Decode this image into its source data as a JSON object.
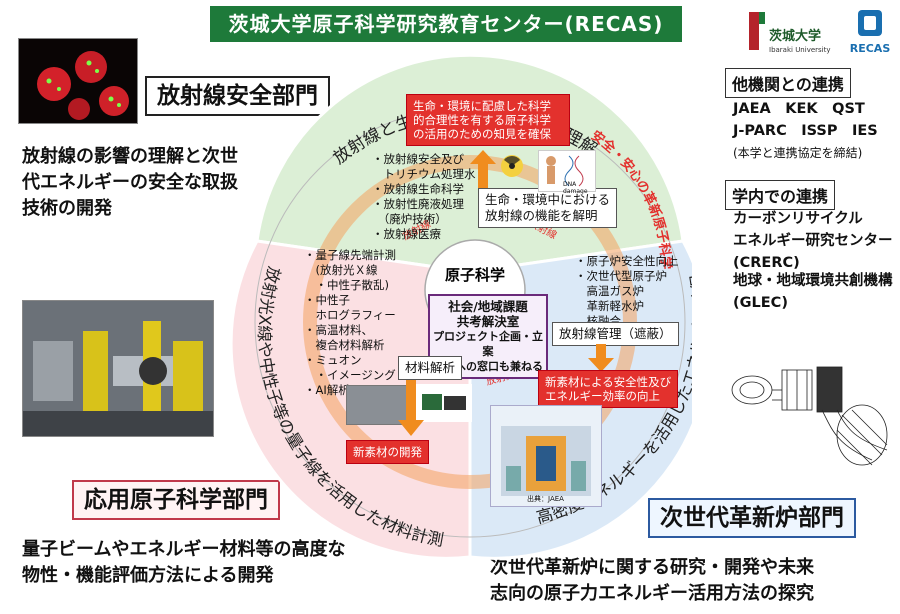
{
  "title": "茨城大学原子科学研究教育センター(RECAS)",
  "logos": {
    "uni_name": "茨城大学",
    "uni_sub": "Ibaraki University",
    "recas": "RECAS"
  },
  "departments": {
    "radiation_safety": {
      "title": "放射線安全部門",
      "desc_lines": [
        "放射線の影響の理解と次世",
        "代エネルギーの安全な取扱",
        "技術の開発"
      ]
    },
    "applied": {
      "title": "応用原子科学部門",
      "desc_lines": [
        "量子ビームやエネルギー材料等の高度な",
        "物性・機能評価方法による開発"
      ]
    },
    "reactor": {
      "title": "次世代革新炉部門",
      "desc_lines": [
        "次世代革新炉に関する研究・開発や未来",
        "志向の原子力エネルギー活用方法の探究"
      ]
    }
  },
  "external": {
    "heading": "他機関との連携",
    "row1": "JAEA　KEK　QST",
    "row2": "J-PARC　ISSP　IES",
    "note": "(本学と連携協定を締結)"
  },
  "internal": {
    "heading": "学内での連携",
    "item1_lines": [
      "カーボンリサイクル",
      "エネルギー研究センター",
      "(CRERC)"
    ],
    "item2_lines": [
      "地球・地域環境共創機構",
      "(GLEC)"
    ]
  },
  "circle": {
    "arc_top": "放射線と生命・環境との関係の理解",
    "arc_left": "放射光X線や中性子等の量子線を活用した材料計測",
    "arc_right": "高密度エネルギーを活用したエネルギー確保",
    "ring_label": "安全・安心の革新原子科学",
    "link_top_left": "放射線",
    "link_top_right": "放射線",
    "link_bottom": "放射線",
    "center_label": "原子科学",
    "center_box_lines": [
      "社会/地域課題",
      "共考解決室",
      "プロジェクト企画・立案",
      "社会への窓口も兼ねる"
    ],
    "top": {
      "red_box_lines": [
        "生命・環境に配慮した科学",
        "的合理性を有する原子科学",
        "の活用のための知見を確保"
      ],
      "list": [
        "・放射線安全及び",
        "　トリチウム処理水",
        "・放射線生命科学",
        "・放射性廃液処理",
        "　（廃炉技術）",
        "・放射線医療"
      ],
      "white_box_lines": [
        "生命・環境中における",
        "放射線の機能を解明"
      ],
      "dna_caption": "DNA damage"
    },
    "left": {
      "list": [
        "・量子線先端計測",
        "　(放射光Ｘ線",
        "　・中性子散乱)",
        "・中性子",
        "　ホログラフィー",
        "・高温材料、",
        "　複合材料解析",
        "・ミュオン",
        "　・イメージング",
        "・AI解析"
      ],
      "white_box": "材料解析",
      "red_box": "新素材の開発"
    },
    "right": {
      "list": [
        "・原子炉安全性向上",
        "・次世代型原子炉",
        "　高温ガス炉",
        "　革新軽水炉",
        "　核融合"
      ],
      "white_box": "放射線管理（遮蔽）",
      "red_box_lines": [
        "新素材による安全性及び",
        "エネルギー効率の向上"
      ],
      "photo_caption": "出典：JAEA"
    }
  },
  "colors": {
    "banner": "#1e7a3a",
    "sector_top": "#dcefd6",
    "sector_left": "#fbe0e3",
    "sector_right": "#dbe9f7",
    "ring": "#f4a261",
    "accent_red": "#e3312d"
  }
}
